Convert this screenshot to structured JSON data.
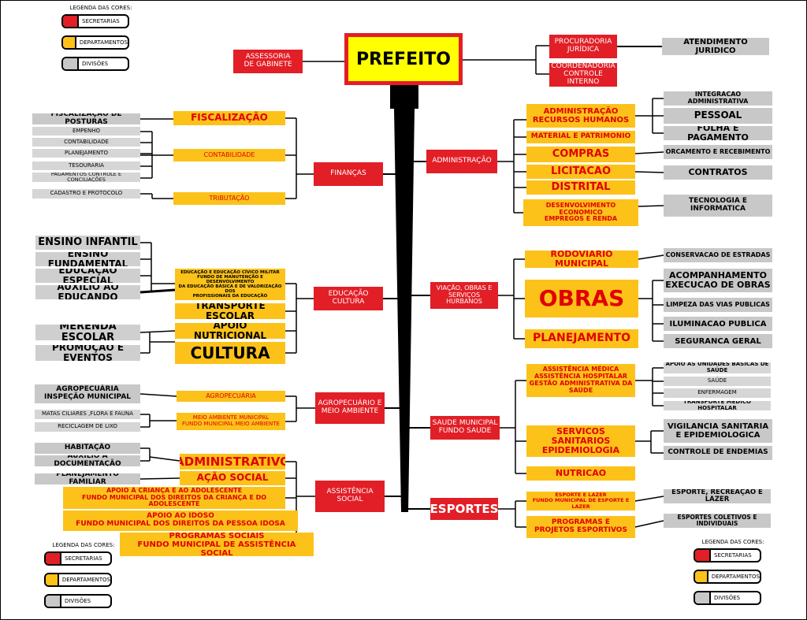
{
  "mayor": "PREFEITO",
  "assessoria": "ASSESSORIA\nDE GABINETE",
  "procuradoria": "PROCURADORIA\nJURÍDICA",
  "coordenadoria": "COORDENADORIA\nCONTROLE INTERNO",
  "atendimento": "ATENDIMENTO JURIDICO",
  "legend": {
    "title": "LEGENDA DAS CORES:",
    "secretarias": "SECRETARIAS",
    "departamentos": "DEPARTAMENTOS",
    "divisoes": "DIVISÕES",
    "colors": {
      "secretarias": "#e21e26",
      "departamentos": "#fcc21a",
      "divisoes": "#c8c8c8"
    }
  },
  "financas": {
    "name": "FINANÇAS",
    "fiscalizacao": "FISCALIZAÇÃO",
    "fiscalizacao_div": "FISCALIZAÇÃO DE POSTURAS",
    "contabilidade": "CONTABILIDADE",
    "contab_divs": [
      "EMPENHO",
      "CONTABILIDADE",
      "PLANEJAMENTO",
      "TESOURARIA",
      "PAGAMENTOS CONTROLE E CONCILIAÇÕES"
    ],
    "tributacao": "TRIBUTAÇÃO",
    "tributacao_div": "CADASTRO E PROTOCOLO"
  },
  "educacao": {
    "name": "EDUCAÇÃO\nCULTURA",
    "divs": [
      "ENSINO INFANTIL",
      "ENSINO FUNDAMENTAL",
      "EDUCAÇÃO ESPECIAL",
      "AUXÍLIO AO EDUCANDO",
      "MERENDA ESCOLAR",
      "PROMOÇÃO E EVENTOS"
    ],
    "fundo": "EDUCAÇÃO E EDUCAÇÃO CÍVICO MILITAR\nFUNDO DE MANUTENÇÃO E DESENVOLVIMENTO\nDA EDUCAÇÃO BÁSICA E DE VALORIZAÇÃO DOS\nPROFISSIONAIS DA EDUCAÇÃO",
    "transporte": "TRANSPORTE ESCOLAR",
    "apoio": "APOIO NUTRICIONAL",
    "cultura": "CULTURA"
  },
  "agro": {
    "name": "AGROPECUÁRIO E\nMEIO AMBIENTE",
    "div1": "AGROPECUÁRIA\nINSPEÇÃO MUNICIPAL",
    "dept1": "AGROPECUÁRIA",
    "div2": "MATAS CILIARES ,FLORA E FAUNA",
    "div3": "RECICLAGEM DE LIXO",
    "dept2": "MEIO AMBIENTE MUNICIPAL\nFUNDO MUNICIPAL MEIO AMBIENTE"
  },
  "assistencia": {
    "name": "ASSISTÊNCIA\nSOCIAL",
    "habitacao": "HABITAÇÃO",
    "auxilio": "AUXILIO À DOCUMENTAÇÃO",
    "planejamento": "PLANEJAMENTO FAMILIAR",
    "administrativo": "ADMINISTRATIVO",
    "acao": "AÇÃO SOCIAL",
    "crianca": "APOIO À CRIANÇA E AO ADOLESCENTE\nFUNDO MUNICIPAL DOS DIREITOS DA CRIANÇA E DO ADOLESCENTE",
    "idoso": "APOIO AO IDOSO\nFUNDO MUNICIPAL DOS DIREITOS DA PESSOA IDOSA",
    "programas": "PROGRAMAS SOCIAIS\nFUNDO MUNICIPAL DE ASSISTÊNCIA SOCIAL"
  },
  "administracao": {
    "name": "ADMINISTRAÇÃO",
    "rh": "ADMINISTRAÇÃO\nRECURSOS HUMANOS",
    "material": "MATERIAL E PATRIMONIO",
    "compras": "COMPRAS",
    "licitacao": "LICITACAO",
    "distrital": "DISTRITAL",
    "desenvolvimento": "DESENVOLVIMENTO ECONOMICO\nEMPREGOS E RENDA",
    "integracao": "INTEGRACAO ADMINISTRATIVA",
    "pessoal": "PESSOAL",
    "folha": "FOLHA E PAGAMENTO",
    "orcamento": "ORCAMENTO E RECEBIMENTO",
    "contratos": "CONTRATOS",
    "tecnologia": "TECNOLOGIA E INFORMATICA"
  },
  "viacao": {
    "name": "VIAÇÃO, OBRAS E\nSERVIÇOS\nHURBANOS",
    "rodoviario": "RODOVIARIO MUNICIPAL",
    "obras": "OBRAS",
    "planejamento": "PLANEJAMENTO",
    "conservacao": "CONSERVACAO DE ESTRADAS",
    "acompanhamento": "ACOMPANHAMENTO\nEXECUCAO DE OBRAS",
    "limpeza": "LIMPEZA DAS VIAS PUBLICAS",
    "iluminacao": "ILUMINACAO PUBLICA",
    "seguranca": "SEGURANCA GERAL"
  },
  "saude": {
    "name": "SAUDE MUNICIPAL\nFUNDO SAUDE",
    "assistencia": "ASSISTÊNCIA MÉDICA\nASSISTÊNCIA HOSPITALAR\nGESTÃO ADMINISTRATIVA DA SAÚDE",
    "servicos": "SERVICOS SANITARIOS\nEPIDEMIOLOGIA",
    "nutricao": "NUTRICAO",
    "apoio_ubs": "APOIO ÀS UNIDADES BÁSICAS DE SAÚDE",
    "saude_div": "SAÚDE",
    "enfermagem": "ENFERMAGEM",
    "transporte": "TRANSPORTE MEDICO HOSPITALAR",
    "vigilancia": "VIGILANCIA SANITARIA\nE EPIDEMIOLOGICA",
    "endemias": "CONTROLE DE ENDEMIAS"
  },
  "esportes": {
    "name": "ESPORTES",
    "lazer": "ESPORTE E LAZER\nFUNDO MUNICIPAL DE ESPORTE E LAZER",
    "programas": "PROGRAMAS E\nPROJETOS ESPORTIVOS",
    "recreacao": "ESPORTE, RECREAÇÃO E LAZER",
    "coletivos": "ESPORTES COLETIVOS E INDIVIDUAIS"
  }
}
